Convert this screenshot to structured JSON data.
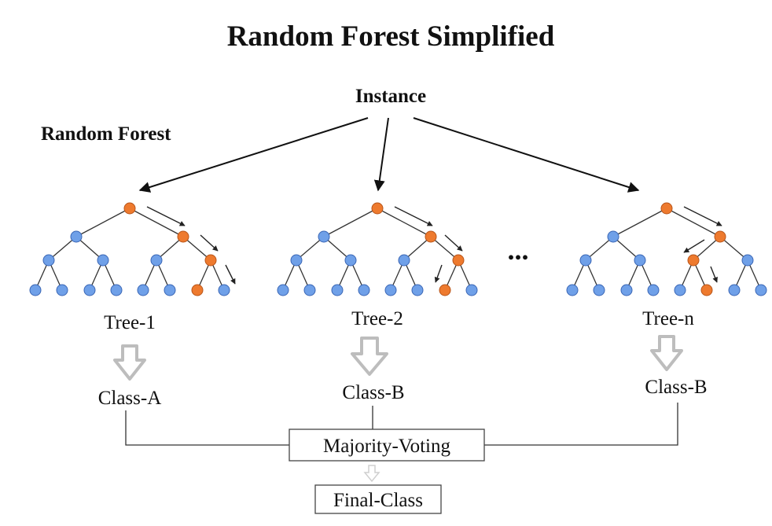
{
  "title": "Random Forest Simplified",
  "instance_label": "Instance",
  "forest_label": "Random Forest",
  "ellipsis": "...",
  "trees": [
    {
      "name": "Tree-1",
      "class": "Class-A"
    },
    {
      "name": "Tree-2",
      "class": "Class-B"
    },
    {
      "name": "Tree-n",
      "class": "Class-B"
    }
  ],
  "voting_label": "Majority-Voting",
  "final_label": "Final-Class",
  "colors": {
    "node": "#6fa0e8",
    "decision_path_node": "#ee7a2e",
    "down_arrow": "#bdbdbd"
  }
}
